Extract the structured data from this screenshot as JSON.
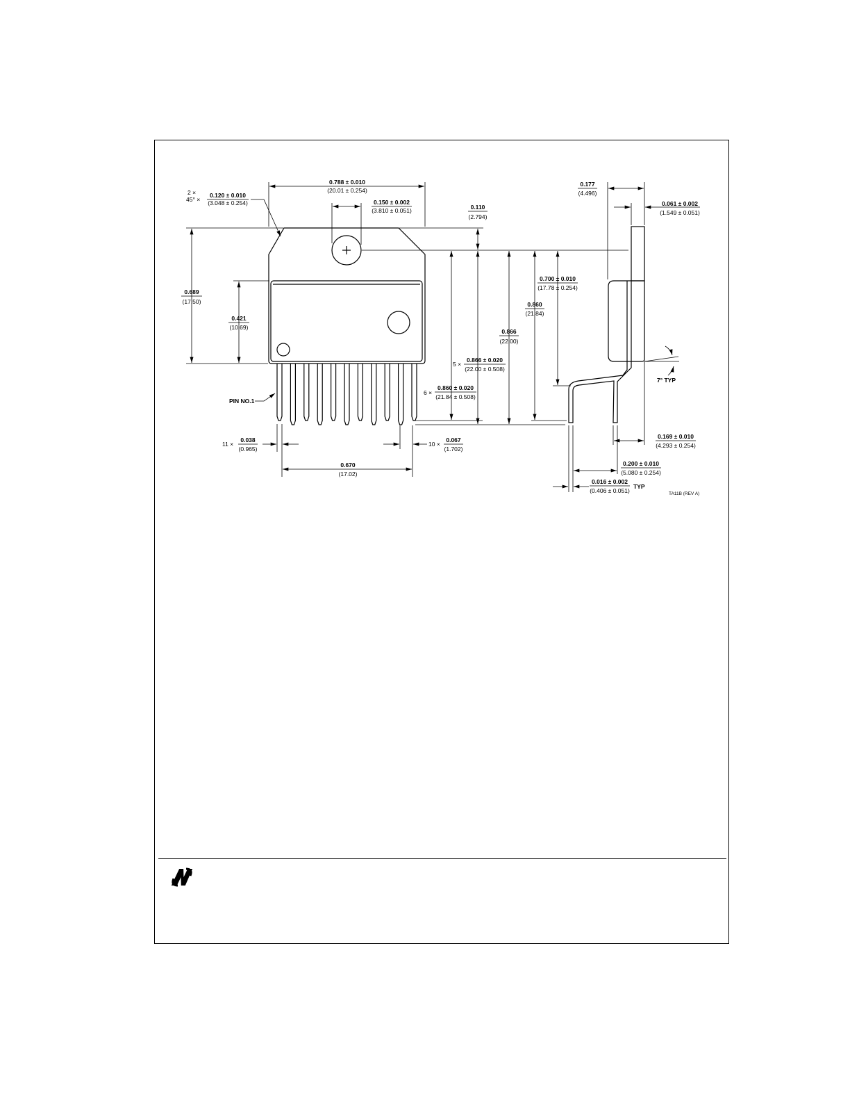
{
  "dims": {
    "top_width": {
      "num": "0.788 ± 0.010",
      "den": "(20.01 ± 0.254)"
    },
    "chamfer_mult": {
      "a": "2 ×",
      "b": "45° ×"
    },
    "chamfer": {
      "num": "0.120 ± 0.010",
      "den": "(3.048 ± 0.254)"
    },
    "hole_offset": {
      "num": "0.150 ± 0.002",
      "den": "(3.810 ± 0.051)"
    },
    "tab_top": {
      "num": "0.110",
      "den": "(2.794)"
    },
    "height_total": {
      "num": "0.689",
      "den": "(17.50)"
    },
    "body_height": {
      "num": "0.421",
      "den": "(10.69)"
    },
    "pins_five": {
      "mult": "5 ×",
      "num": "0.866 ± 0.020",
      "den": "(22.00 ± 0.508)"
    },
    "pins_six": {
      "mult": "6 ×",
      "num": "0.860 ± 0.020",
      "den": "(21.84 ± 0.508)"
    },
    "side_0866": {
      "num": "0.866",
      "den": "(22.00)"
    },
    "side_0860": {
      "num": "0.860",
      "den": "(21.84)"
    },
    "side_0700": {
      "num": "0.700 ± 0.010",
      "den": "(17.78 ± 0.254)"
    },
    "side_0177": {
      "num": "0.177",
      "den": "(4.496)"
    },
    "side_0061": {
      "num": "0.061 ± 0.002",
      "den": "(1.549 ± 0.051)"
    },
    "angle": "7° TYP",
    "side_0169": {
      "num": "0.169 ± 0.010",
      "den": "(4.293 ± 0.254)"
    },
    "side_0200": {
      "num": "0.200 ± 0.010",
      "den": "(5.080 ± 0.254)"
    },
    "side_0016": {
      "num": "0.016 ± 0.002",
      "den": "(0.406 ± 0.051)",
      "suffix": "TYP"
    },
    "pin_width": {
      "mult": "11 ×",
      "num": "0.038",
      "den": "(0.965)"
    },
    "pin_pitch": {
      "mult": "10 ×",
      "num": "0.067",
      "den": "(1.702)"
    },
    "pin_span": {
      "num": "0.670",
      "den": "(17.02)"
    },
    "pin1": "PIN NO.1",
    "drawing_id": "TA11B (REV A)"
  }
}
